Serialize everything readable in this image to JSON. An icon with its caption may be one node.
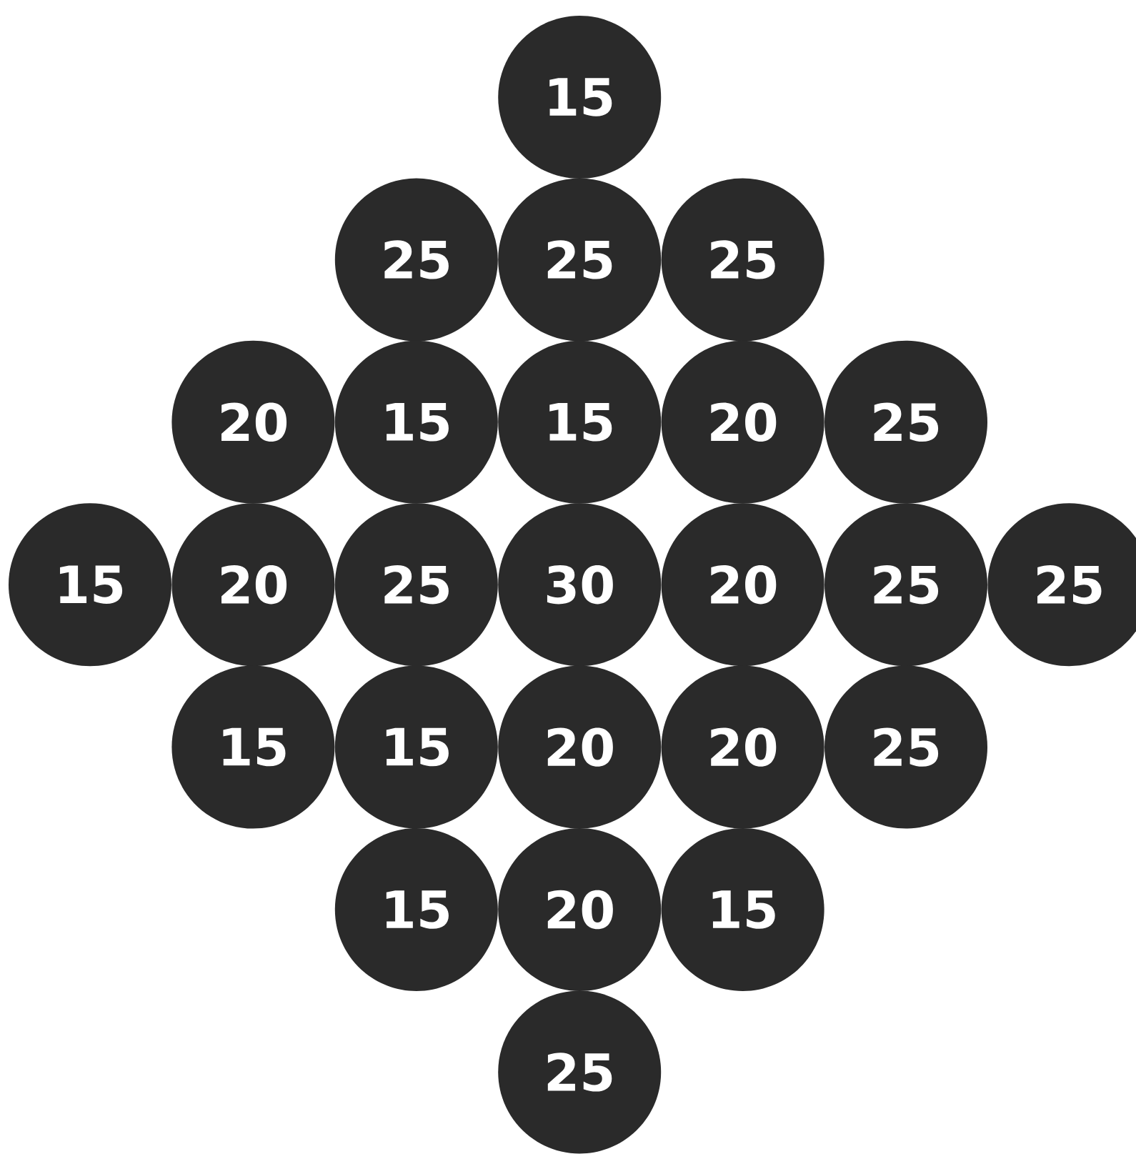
{
  "diagram": {
    "nodes": [
      {
        "text": [
          "15"
        ]
      },
      {
        "text": [
          "25"
        ]
      },
      {
        "text": [
          "25"
        ]
      },
      {
        "text": [
          "25"
        ]
      },
      {
        "text": [
          "20"
        ]
      },
      {
        "text": [
          "15"
        ]
      },
      {
        "text": [
          "15"
        ]
      },
      {
        "text": [
          "20"
        ]
      },
      {
        "text": [
          "25"
        ]
      },
      {
        "text": [
          "15"
        ]
      },
      {
        "text": [
          "20"
        ]
      },
      {
        "text": [
          "25"
        ]
      },
      {
        "text": [
          "30"
        ]
      },
      {
        "text": [
          "20"
        ]
      },
      {
        "text": [
          "25"
        ]
      },
      {
        "text": [
          "25"
        ]
      },
      {
        "text": [
          "15"
        ]
      },
      {
        "text": [
          "15"
        ]
      },
      {
        "text": [
          "20"
        ]
      },
      {
        "text": [
          "20"
        ]
      },
      {
        "text": [
          "25"
        ]
      },
      {
        "text": [
          "15"
        ]
      },
      {
        "text": [
          "20"
        ]
      },
      {
        "text": [
          "15"
        ]
      },
      {
        "text": [
          "25"
        ]
      }
    ]
  }
}
